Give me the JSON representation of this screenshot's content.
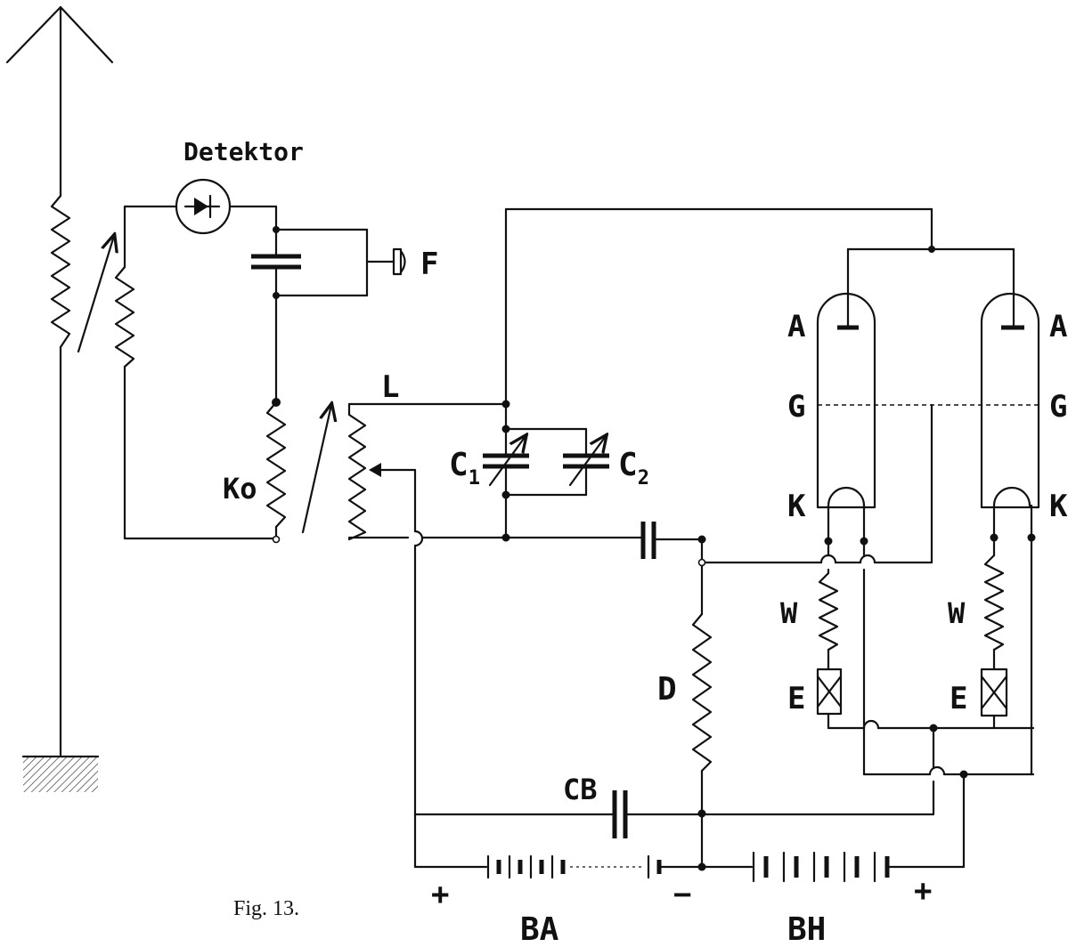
{
  "figure": {
    "caption": "Fig. 13.",
    "labels": {
      "detector": "Detektor",
      "phone": "F",
      "coupler": "L",
      "antenna_coil": "Ko",
      "cap1": "C",
      "cap1_sub": "1",
      "cap2": "C",
      "cap2_sub": "2",
      "anode_left": "A",
      "anode_right": "A",
      "grid_left": "G",
      "grid_right": "G",
      "cathode_left": "K",
      "cathode_right": "K",
      "resistor": "D",
      "heater_res_left": "W",
      "heater_res_right": "W",
      "ammeter_left": "E",
      "ammeter_right": "E",
      "block_cap": "CB",
      "anode_battery": "BA",
      "heater_battery": "BH",
      "plus_left": "+",
      "minus_mid": "−",
      "plus_right": "+"
    }
  }
}
